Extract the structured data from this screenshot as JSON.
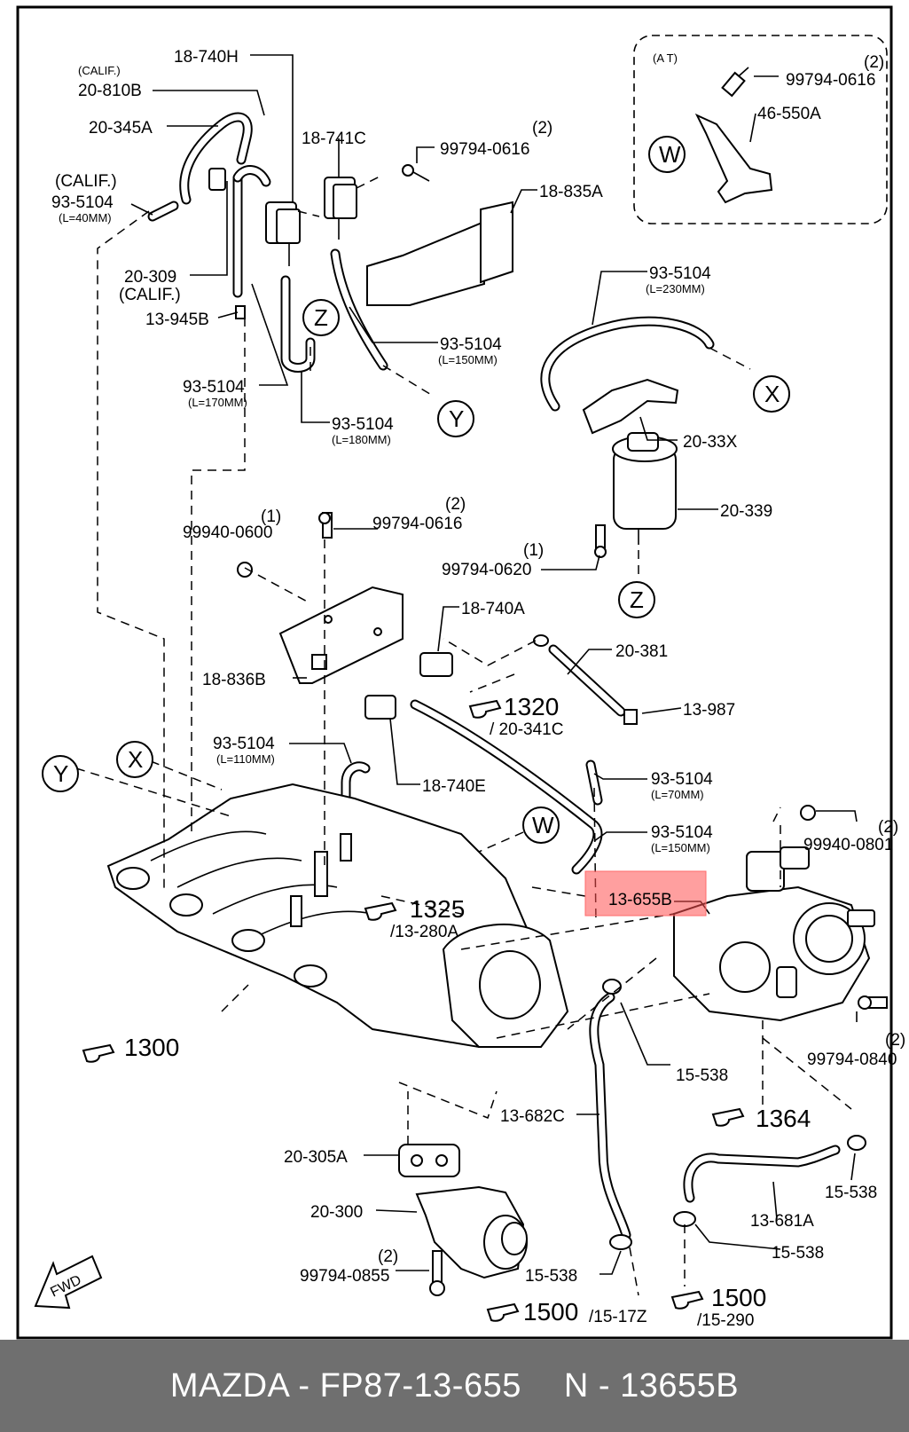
{
  "labels": {
    "calif_1": "(CALIF.)",
    "p20_810B": "20-810B",
    "p18_740H": "18-740H",
    "p20_345A": "20-345A",
    "p18_741C": "18-741C",
    "calif_2": "(CALIF.)",
    "p93_5104_a": "93-5104",
    "len_40": "(L=40MM)",
    "p20_309": "20-309",
    "calif_3": "(CALIF.)",
    "p13_945B": "13-945B",
    "p93_5104_b": "93-5104",
    "len_170": "(L=170MM)",
    "p93_5104_c": "93-5104",
    "len_180": "(L=180MM)",
    "p93_5104_d": "93-5104",
    "len_150a": "(L=150MM)",
    "q2_a": "(2)",
    "p99794_0616_a": "99794-0616",
    "p18_835A": "18-835A",
    "at": "(A T)",
    "q2_b": "(2)",
    "p99794_0616_b": "99794-0616",
    "p46_550A": "46-550A",
    "w1": "W",
    "p93_5104_e": "93-5104",
    "len_230": "(L=230MM)",
    "x1": "X",
    "p20_33X": "20-33X",
    "p20_339": "20-339",
    "q1_a": "(1)",
    "p99794_0620": "99794-0620",
    "z1": "Z",
    "z2": "Z",
    "y1": "Y",
    "q1_b": "(1)",
    "p99940_0600": "99940-0600",
    "q2_c": "(2)",
    "p99794_0616_c": "99794-0616",
    "p18_740A": "18-740A",
    "p20_381": "20-381",
    "p18_836B": "18-836B",
    "ref1320": "1320",
    "ref20_341C": "/ 20-341C",
    "p13_987": "13-987",
    "p93_5104_f": "93-5104",
    "len_110": "(L=110MM)",
    "p18_740E": "18-740E",
    "p93_5104_g": "93-5104",
    "len_70": "(L=70MM)",
    "y2": "Y",
    "x2": "X",
    "w2": "W",
    "p93_5104_h": "93-5104",
    "len_150b": "(L=150MM)",
    "q2_d": "(2)",
    "p99940_0801": "99940-0801",
    "ref1325": "1325",
    "ref13_280A": "/13-280A",
    "p13_655B": "13-655B",
    "ref1300": "1300",
    "q2_e": "(2)",
    "p99794_0840": "99794-0840",
    "p15_538_a": "15-538",
    "p13_682C": "13-682C",
    "ref1364": "1364",
    "p20_305A": "20-305A",
    "p15_538_b": "15-538",
    "p20_300": "20-300",
    "p13_681A": "13-681A",
    "p15_538_c": "15-538",
    "q2_f": "(2)",
    "p99794_0855": "99794-0855",
    "p15_538_d": "15-538",
    "ref1500a": "1500",
    "ref15_17Z": "/15-17Z",
    "ref1500b": "1500",
    "ref15_290": "/15-290",
    "fwd": "FWD"
  },
  "footer": {
    "left": "MAZDA - FP87-13-655",
    "right": "N - 13655B"
  },
  "colors": {
    "highlight": "#ff6b6b",
    "footer_bg": "#6f6f6f",
    "footer_text": "#ffffff"
  }
}
